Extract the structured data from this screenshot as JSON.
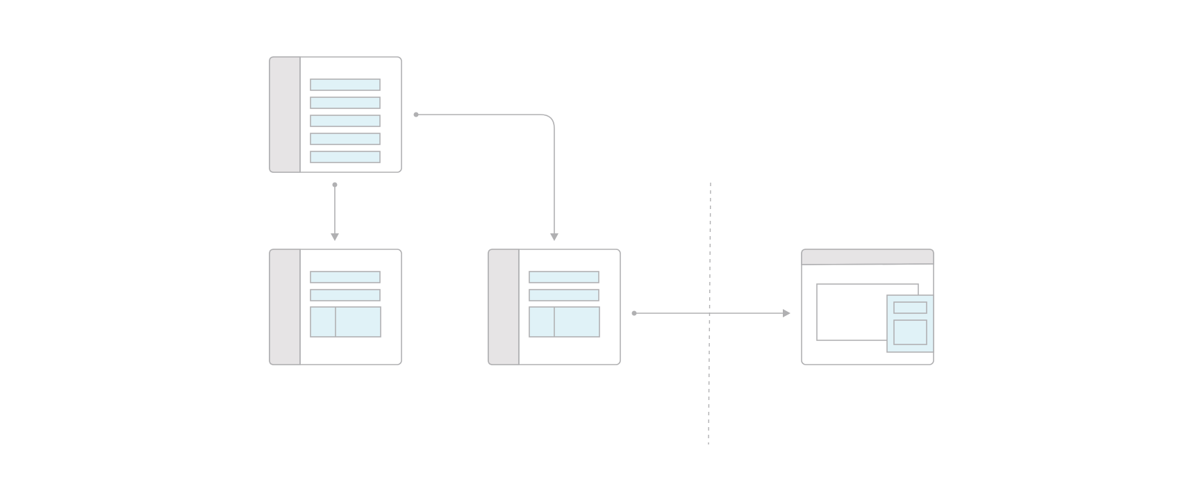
{
  "colors": {
    "background": "#ffffff",
    "stroke": "#b0b0b2",
    "panel_fill": "#e6e4e5",
    "row_fill": "#e0f2f7",
    "card_fill": "#ffffff",
    "divider": "#b0b0b2"
  },
  "screens": [
    {
      "id": "list-screen",
      "layout": "sidebar",
      "rows": 5,
      "grid_row": false
    },
    {
      "id": "detail-screen-a",
      "layout": "sidebar",
      "rows": 2,
      "grid_row": true
    },
    {
      "id": "detail-screen-b",
      "layout": "sidebar",
      "rows": 2,
      "grid_row": true
    },
    {
      "id": "external-window",
      "layout": "window-with-popover",
      "popover_rows": 2
    }
  ],
  "connectors": [
    {
      "from": "list-screen",
      "to": "detail-screen-a",
      "style": "straight-down"
    },
    {
      "from": "list-screen",
      "to": "detail-screen-b",
      "style": "elbow-right-down"
    },
    {
      "from": "detail-screen-b",
      "to": "external-window",
      "style": "straight-right",
      "crosses_boundary": true
    }
  ],
  "boundary": {
    "style": "dashed",
    "orientation": "vertical"
  }
}
